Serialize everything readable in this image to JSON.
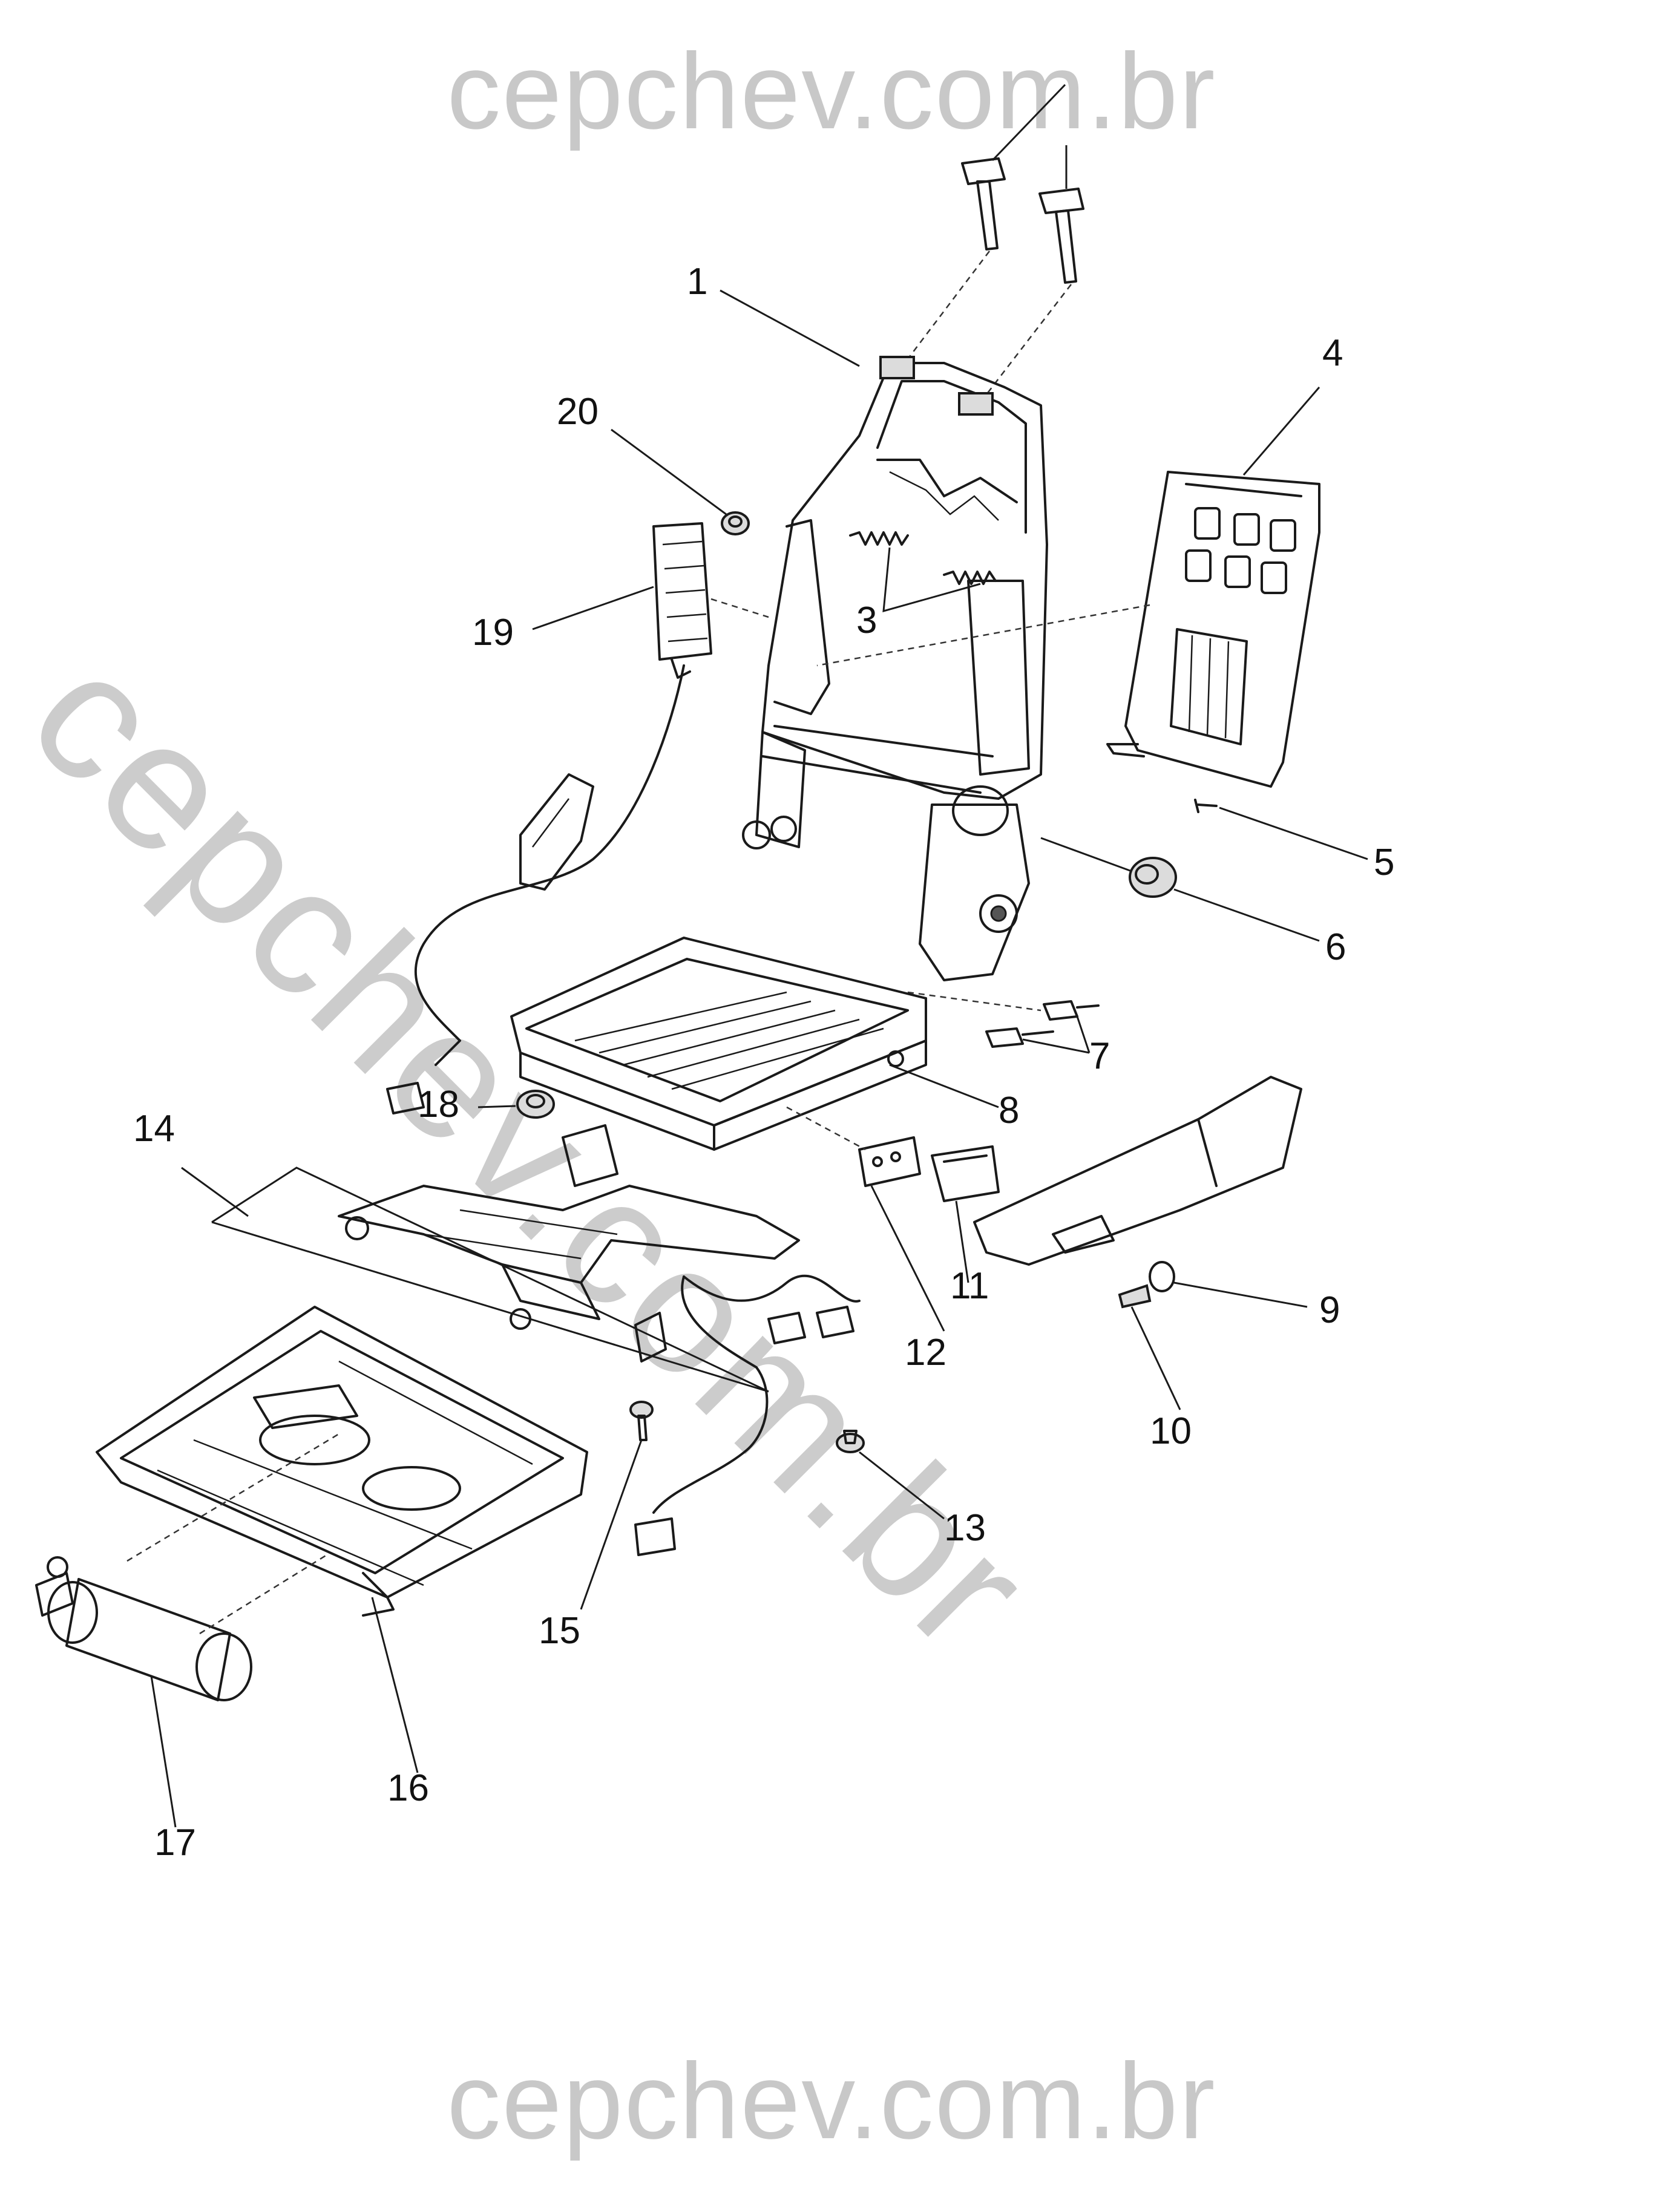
{
  "watermark": {
    "top": "cepchev.com.br",
    "bottom": "cepchev.com.br",
    "diagonal": "cepchev.com.br"
  },
  "callouts": [
    {
      "id": "1",
      "label": "1"
    },
    {
      "id": "3",
      "label": "3"
    },
    {
      "id": "4",
      "label": "4"
    },
    {
      "id": "5",
      "label": "5"
    },
    {
      "id": "6",
      "label": "6"
    },
    {
      "id": "7",
      "label": "7"
    },
    {
      "id": "8",
      "label": "8"
    },
    {
      "id": "9",
      "label": "9"
    },
    {
      "id": "10",
      "label": "10"
    },
    {
      "id": "11",
      "label": "11"
    },
    {
      "id": "12",
      "label": "12"
    },
    {
      "id": "13",
      "label": "13"
    },
    {
      "id": "14",
      "label": "14"
    },
    {
      "id": "15",
      "label": "15"
    },
    {
      "id": "16",
      "label": "16"
    },
    {
      "id": "17",
      "label": "17"
    },
    {
      "id": "18",
      "label": "18"
    },
    {
      "id": "19",
      "label": "19"
    },
    {
      "id": "20",
      "label": "20"
    }
  ]
}
